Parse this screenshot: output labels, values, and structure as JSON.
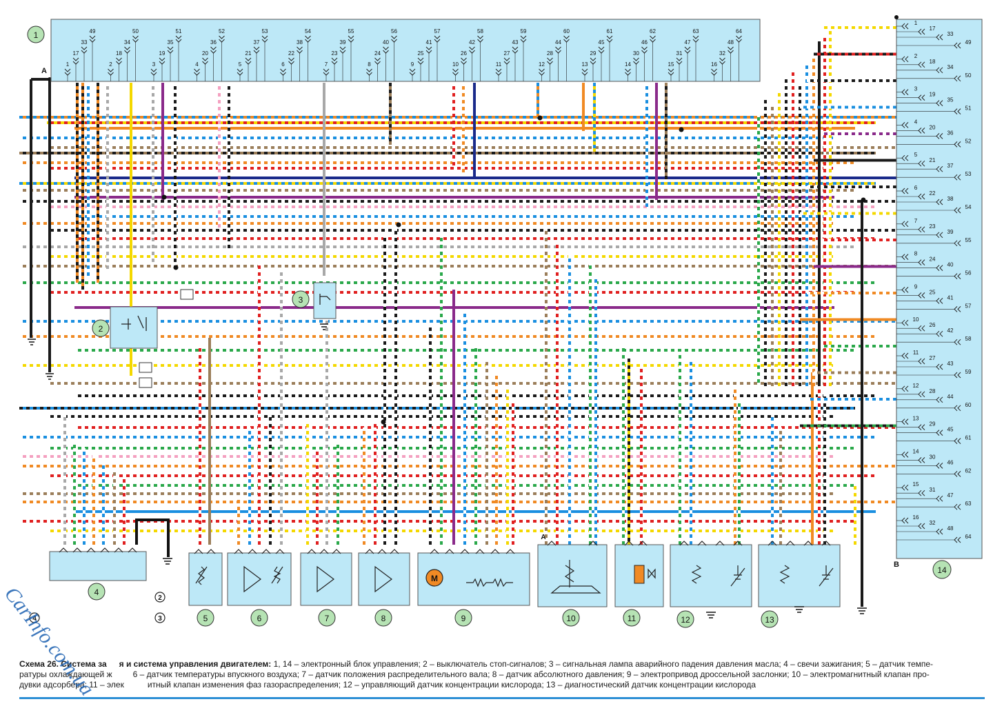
{
  "ecu_top": {
    "badge": "1",
    "label_a": "A",
    "pins_row1": [
      "1",
      "2",
      "3",
      "4",
      "5",
      "6",
      "7",
      "8",
      "9",
      "10",
      "11",
      "12",
      "13",
      "14",
      "15",
      "16"
    ],
    "pins_row2": [
      "17",
      "18",
      "19",
      "20",
      "21",
      "22",
      "23",
      "24",
      "25",
      "26",
      "27",
      "28",
      "29",
      "30",
      "31",
      "32"
    ],
    "pins_row3": [
      "33",
      "34",
      "35",
      "36",
      "37",
      "38",
      "39",
      "40",
      "41",
      "42",
      "43",
      "44",
      "45",
      "46",
      "47",
      "48"
    ],
    "pins_row4": [
      "49",
      "50",
      "51",
      "52",
      "53",
      "54",
      "55",
      "56",
      "57",
      "58",
      "59",
      "60",
      "61",
      "62",
      "63",
      "64"
    ]
  },
  "ecu_right": {
    "badge": "14",
    "label_b": "B",
    "pins_col1": [
      "1",
      "2",
      "3",
      "4",
      "5",
      "6",
      "7",
      "8",
      "9",
      "10",
      "11",
      "12",
      "13",
      "14",
      "15",
      "16"
    ],
    "pins_col2": [
      "17",
      "18",
      "19",
      "20",
      "21",
      "22",
      "23",
      "24",
      "25",
      "26",
      "27",
      "28",
      "29",
      "30",
      "31",
      "32"
    ],
    "pins_col3": [
      "33",
      "34",
      "35",
      "36",
      "37",
      "38",
      "39",
      "40",
      "41",
      "42",
      "43",
      "44",
      "45",
      "46",
      "47",
      "48"
    ],
    "pins_col4": [
      "49",
      "50",
      "51",
      "52",
      "53",
      "54",
      "55",
      "56",
      "57",
      "58",
      "59",
      "60",
      "61",
      "62",
      "63",
      "64"
    ]
  },
  "components": [
    {
      "id": "2",
      "label": "2"
    },
    {
      "id": "3",
      "label": "3"
    },
    {
      "id": "4",
      "label": "4"
    },
    {
      "id": "5",
      "label": "5"
    },
    {
      "id": "6",
      "label": "6"
    },
    {
      "id": "7",
      "label": "7"
    },
    {
      "id": "8",
      "label": "8"
    },
    {
      "id": "9",
      "label": "9"
    },
    {
      "id": "10",
      "label": "10"
    },
    {
      "id": "11",
      "label": "11"
    },
    {
      "id": "12",
      "label": "12"
    },
    {
      "id": "13",
      "label": "13"
    }
  ],
  "plug_refs": [
    "2",
    "3",
    "4"
  ],
  "motor_symbol": "M",
  "label_a_small": "A",
  "colors": {
    "orange": "#f08a24",
    "blue": "#1a8fe0",
    "red": "#e02020",
    "black": "#1a1a1a",
    "yellow": "#f4d800",
    "brown": "#9b7e5a",
    "green": "#2aa84a",
    "violet": "#8a2a8a",
    "pink": "#f4a0c0",
    "grey": "#a8a8a8",
    "white": "#ffffff",
    "navy": "#1a2a8a",
    "cyan_box": "#bde8f7",
    "badge": "#b6e3b4",
    "rule": "#2d8fd5"
  },
  "caption": {
    "title": "Схема 26. Система за",
    "title_end": "я и система управления двигателем:",
    "line1": "1, 14 – электронный блок управления; 2 – выключатель стоп-сигналов; 3 – сигнальная лампа аварийного падения давления масла; 4 – свечи зажигания; 5 – датчик темпе-",
    "line2a": "ратуры охлаждающей ж",
    "line2b": "6 – датчик температуры впускного воздуха; 7 – датчик положения распределительного вала; 8 – датчик абсолютного давления; 9 – электропривод дроссельной заслонки; 10 – электромагнитный клапан про-",
    "line3a": "дувки адсорбера; 11 – элек",
    "line3b": "итный клапан изменения фаз газораспределения; 12 – управляющий датчик концентрации кислорода; 13 – диагностический датчик концентрации кислорода"
  },
  "watermark": "CarInfo.com.ua"
}
